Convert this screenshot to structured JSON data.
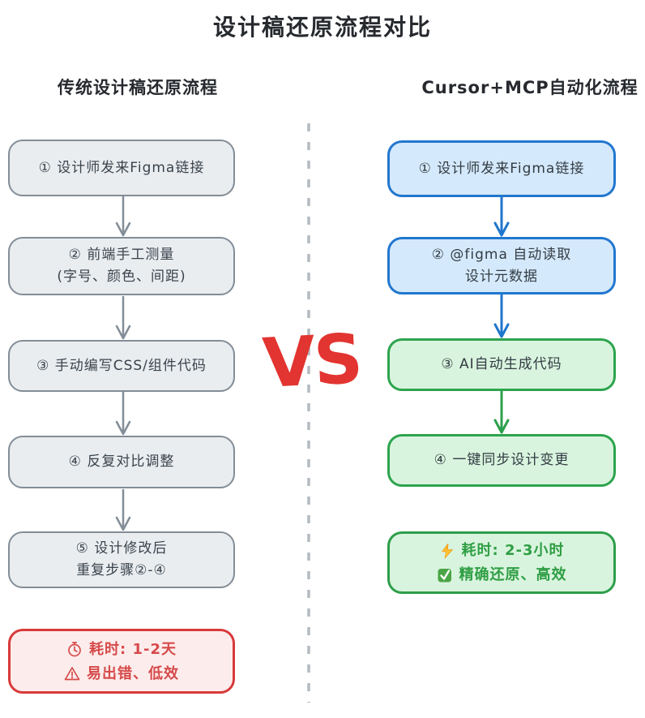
{
  "title": "设计稿还原流程对比",
  "vs_label": "VS",
  "colors": {
    "traditional_box_fill": "#e9edf0",
    "traditional_box_border": "#838d97",
    "traditional_text": "#3a434c",
    "auto_blue_fill": "#d4e9fb",
    "auto_blue_border": "#2277ce",
    "auto_green_fill": "#d9f4de",
    "auto_green_border": "#2da44e",
    "warn_fill": "#fdecec",
    "warn_border": "#d83a3a",
    "warn_text": "#d64a4a",
    "good_text": "#2f9e44",
    "arrow_gray": "#838d97",
    "arrow_blue": "#1f76cc",
    "arrow_green": "#2ba04b",
    "vs_red": "#e23430",
    "divider_gray": "#b3bac1",
    "lightning_yellow": "#ffd83d",
    "lightning_orange": "#f9a825",
    "check_green": "#4aa546"
  },
  "left_column": {
    "header": "传统设计稿还原流程",
    "steps": [
      {
        "lines": [
          "① 设计师发来Figma链接"
        ]
      },
      {
        "lines": [
          "② 前端手工测量",
          "(字号、颜色、间距)"
        ]
      },
      {
        "lines": [
          "③ 手动编写CSS/组件代码"
        ]
      },
      {
        "lines": [
          "④ 反复对比调整"
        ]
      },
      {
        "lines": [
          "⑤ 设计修改后",
          "重复步骤②-④"
        ]
      }
    ],
    "summary": {
      "rows": [
        {
          "icon": "stopwatch-icon",
          "text": "耗时: 1-2天"
        },
        {
          "icon": "warning-icon",
          "text": "易出错、低效"
        }
      ]
    }
  },
  "right_column": {
    "header": "Cursor+MCP自动化流程",
    "steps": [
      {
        "lines": [
          "① 设计师发来Figma链接"
        ]
      },
      {
        "lines": [
          "② @figma 自动读取",
          "设计元数据"
        ]
      },
      {
        "lines": [
          "③ AI自动生成代码"
        ]
      },
      {
        "lines": [
          "④ 一键同步设计变更"
        ]
      }
    ],
    "summary": {
      "rows": [
        {
          "icon": "lightning-icon",
          "text": "耗时: 2-3小时"
        },
        {
          "icon": "check-icon",
          "text": "精确还原、高效"
        }
      ]
    }
  }
}
